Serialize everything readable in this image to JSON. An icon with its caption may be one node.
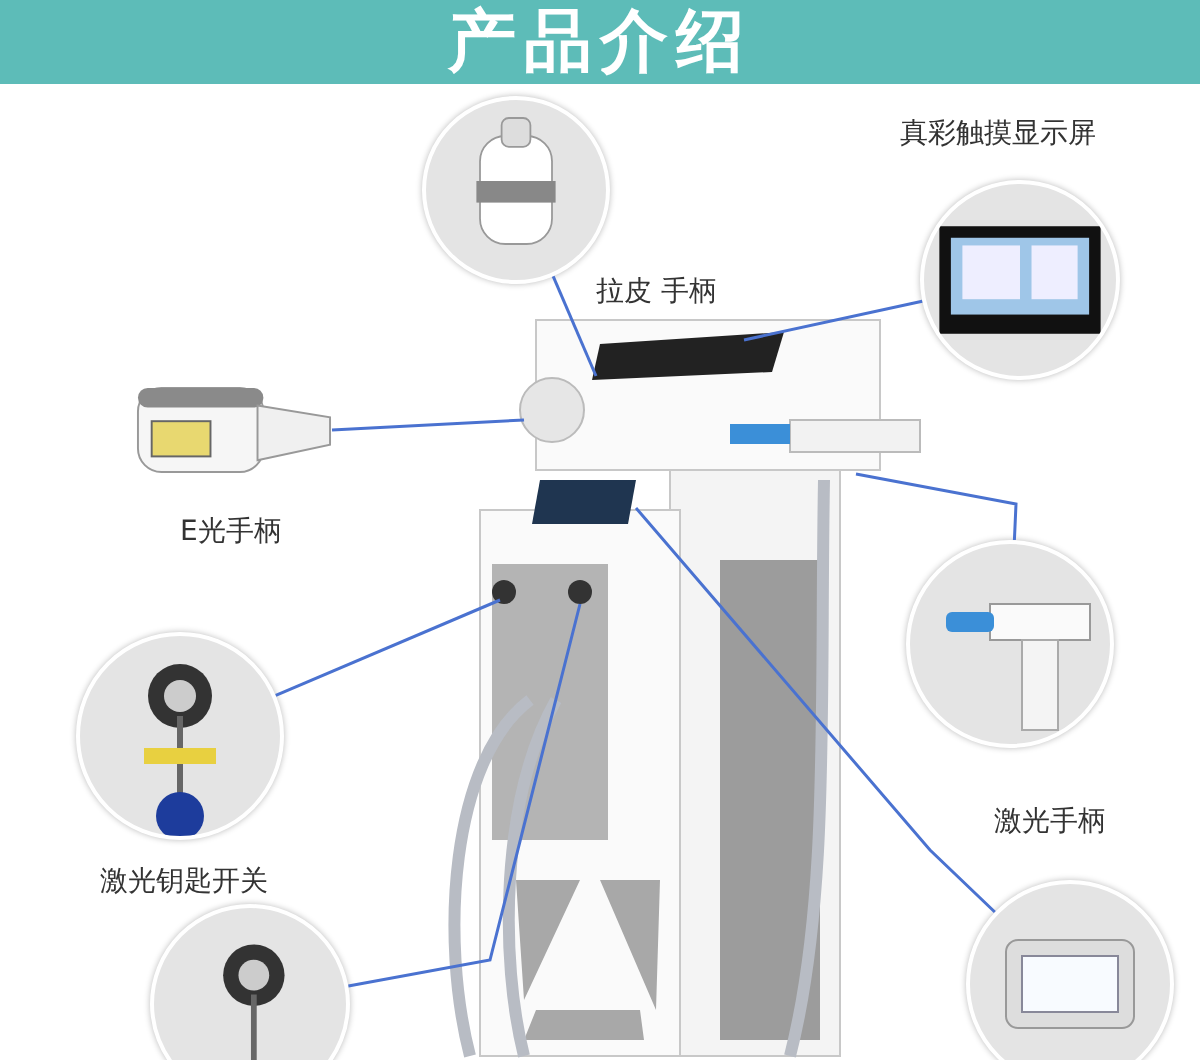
{
  "diagram": {
    "title": "产品介绍",
    "nodes": [
      {
        "text": [],
        "shape": "picture",
        "beside": [
          "拉皮 手柄"
        ]
      },
      {
        "text": [],
        "shape": "picture",
        "beside": [
          "真彩触摸显示屏"
        ]
      },
      {
        "text": [],
        "shape": "picture",
        "beside": [
          "E光手柄"
        ]
      },
      {
        "text": [],
        "shape": "picture",
        "beside": [
          "激光手柄"
        ]
      },
      {
        "text": [],
        "shape": "picture",
        "beside": [
          "激光钥匙开关"
        ]
      },
      {
        "text": [],
        "shape": "picture"
      },
      {
        "text": [],
        "shape": "picture"
      }
    ],
    "edges": [
      {
        "from": 0,
        "to": null,
        "arrow": "none"
      },
      {
        "from": 1,
        "to": null,
        "arrow": "none"
      },
      {
        "from": 2,
        "to": null,
        "arrow": "none"
      },
      {
        "from": 3,
        "to": null,
        "arrow": "none"
      },
      {
        "from": 4,
        "to": null,
        "arrow": "none"
      },
      {
        "from": 5,
        "to": null,
        "arrow": "none"
      },
      {
        "from": 6,
        "to": null,
        "arrow": "none"
      }
    ]
  }
}
